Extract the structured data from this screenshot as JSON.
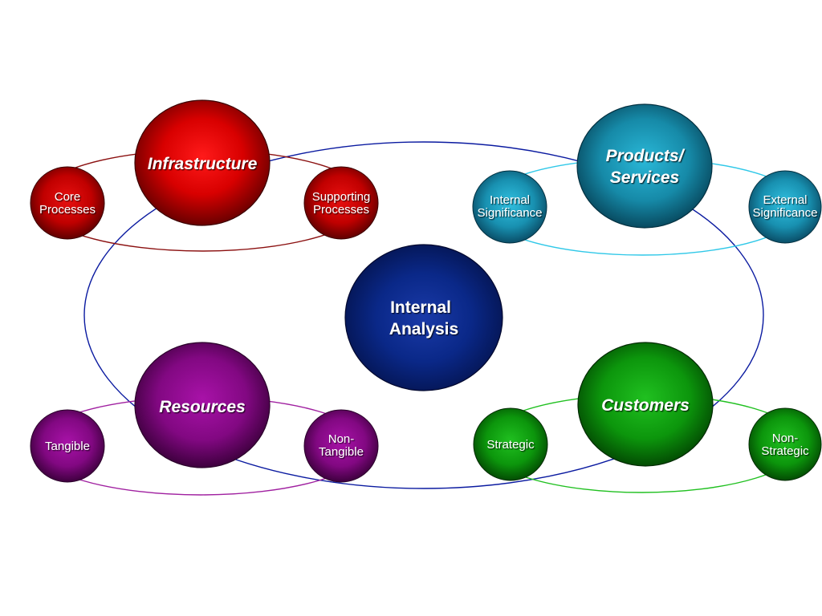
{
  "center": {
    "line1": "Internal",
    "line2": "Analysis"
  },
  "groups": {
    "infrastructure": {
      "title": "Infrastructure",
      "left": {
        "line1": "Core",
        "line2": "Processes"
      },
      "right": {
        "line1": "Supporting",
        "line2": "Processes"
      }
    },
    "products": {
      "line1": "Products/",
      "line2": "Services",
      "left": {
        "line1": "Internal",
        "line2": "Significance"
      },
      "right": {
        "line1": "External",
        "line2": "Significance"
      }
    },
    "resources": {
      "title": "Resources",
      "left": {
        "line1": "Tangible"
      },
      "right": {
        "line1": "Non-",
        "line2": "Tangible"
      }
    },
    "customers": {
      "title": "Customers",
      "left": {
        "line1": "Strategic"
      },
      "right": {
        "line1": "Non-",
        "line2": "Strategic"
      }
    }
  },
  "colors": {
    "central_ring": "#0a1aa0",
    "infrastructure_ring": "#8b1010",
    "products_ring": "#30c8e8",
    "resources_ring": "#a020a0",
    "customers_ring": "#20c020",
    "center_fill": "#0a2a8a",
    "red_fill": "#e00000",
    "teal_fill": "#1a9ab8",
    "purple_fill": "#8a0a8a",
    "green_fill": "#10a010"
  }
}
